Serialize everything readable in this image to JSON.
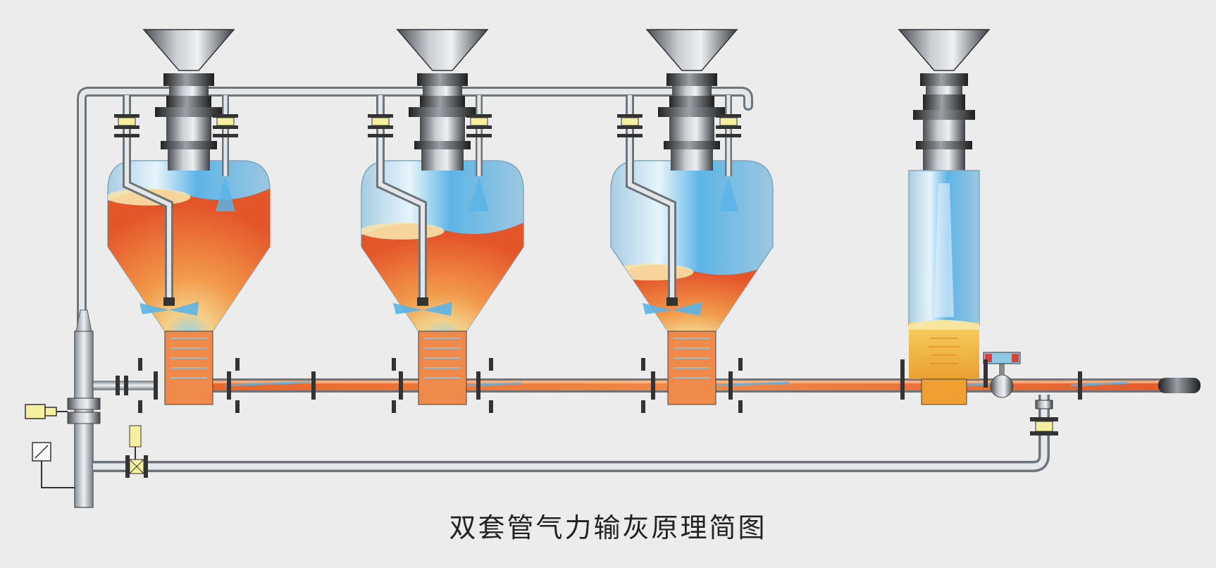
{
  "caption": "双套管气力输灰原理简图",
  "colors": {
    "background": "#ececec",
    "pipe": "#c8ccd0",
    "pipe_edge": "#6e7478",
    "ash_orange": "#e8662a",
    "ash_light": "#f7d9a0",
    "air_blue": "#5bb4e8",
    "vessel_glass": "#bfe3f6",
    "valve_yellow": "#f4f0a0",
    "indicator_red": "#d9423a"
  },
  "vessels": [
    {
      "id": "vessel-1",
      "type": "pressure-vessel",
      "ash_level": 0.82
    },
    {
      "id": "vessel-2",
      "type": "pressure-vessel",
      "ash_level": 0.62
    },
    {
      "id": "vessel-3",
      "type": "pressure-vessel",
      "ash_level": 0.38
    },
    {
      "id": "vessel-4",
      "type": "column-vessel",
      "ash_level": 0.18
    }
  ],
  "icons": [
    "hopper-icon",
    "valve-icon",
    "pressure-sensor-icon",
    "control-valve-icon"
  ]
}
